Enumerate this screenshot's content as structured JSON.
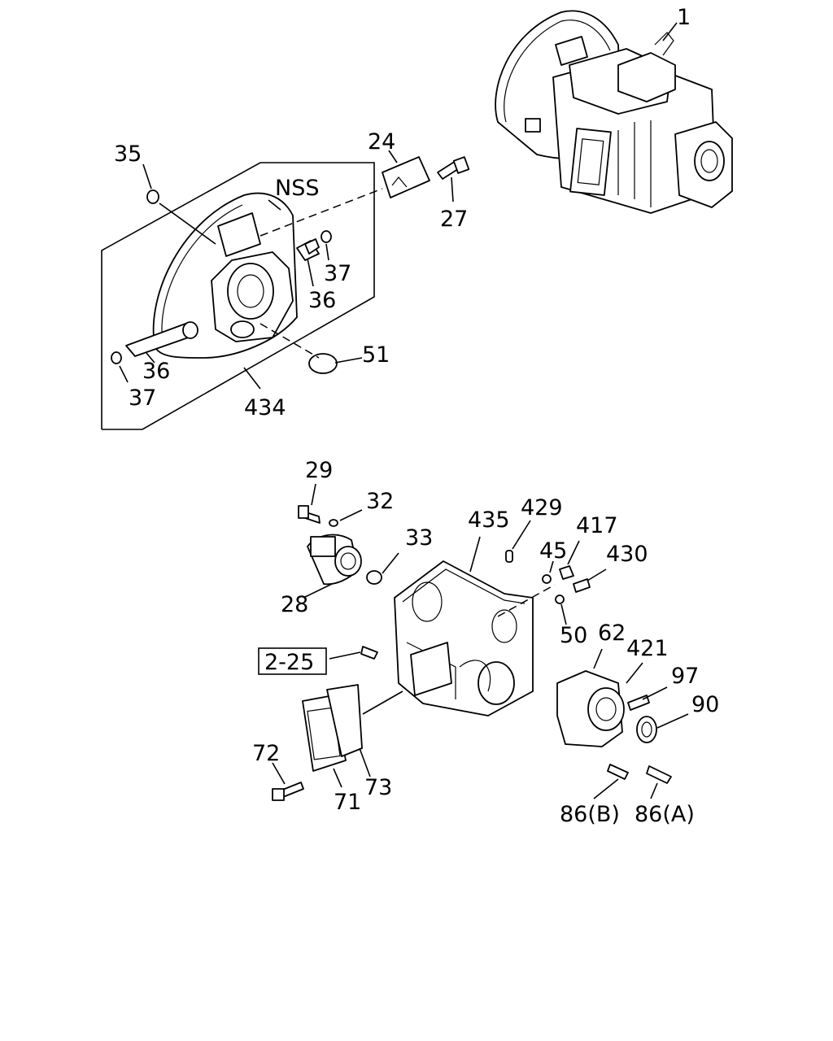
{
  "labels": {
    "p1": "1",
    "p24": "24",
    "p27": "27",
    "p35": "35",
    "nss": "NSS",
    "p37a": "37",
    "p36a": "36",
    "p36b": "36",
    "p37b": "37",
    "p51": "51",
    "p434": "434",
    "p29": "29",
    "p32": "32",
    "p33": "33",
    "p28": "28",
    "p435": "435",
    "p429": "429",
    "p45": "45",
    "p417": "417",
    "p430": "430",
    "p50": "50",
    "ref": "2-25",
    "p62": "62",
    "p421": "421",
    "p97": "97",
    "p90": "90",
    "p72": "72",
    "p71": "71",
    "p73": "73",
    "p86b": "86(B)",
    "p86a": "86(A)"
  }
}
